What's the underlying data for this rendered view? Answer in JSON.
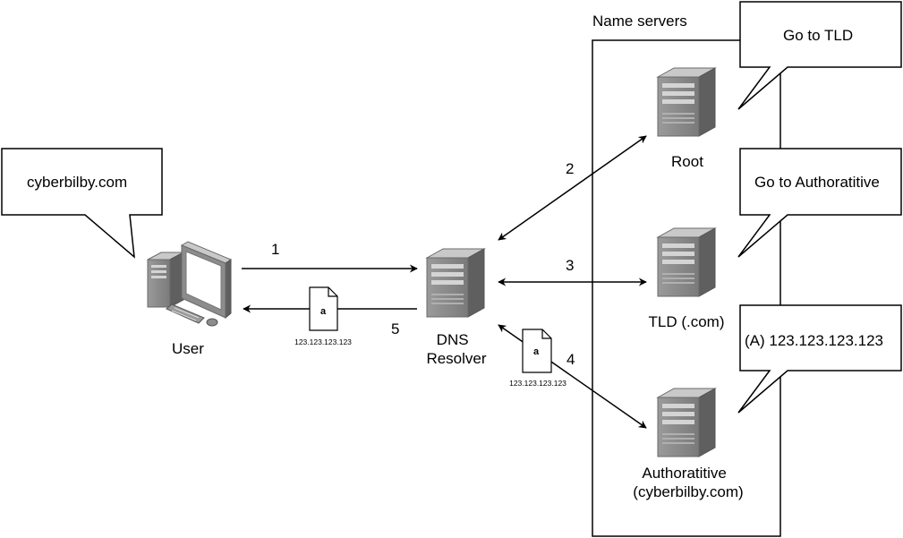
{
  "name_servers_label": "Name servers",
  "nodes": {
    "user": "User",
    "resolver_line1": "DNS",
    "resolver_line2": "Resolver",
    "root": "Root",
    "tld": "TLD (.com)",
    "auth_line1": "Authoratitive",
    "auth_line2": "(cyberbilby.com)"
  },
  "callouts": {
    "query": "cyberbilby.com",
    "root_reply": "Go to TLD",
    "tld_reply": "Go to Authoratitive",
    "auth_reply": "(A) 123.123.123.123"
  },
  "steps": [
    "1",
    "2",
    "3",
    "4",
    "5"
  ],
  "records": {
    "doc_letter": "a",
    "ip": "123.123.123.123"
  }
}
